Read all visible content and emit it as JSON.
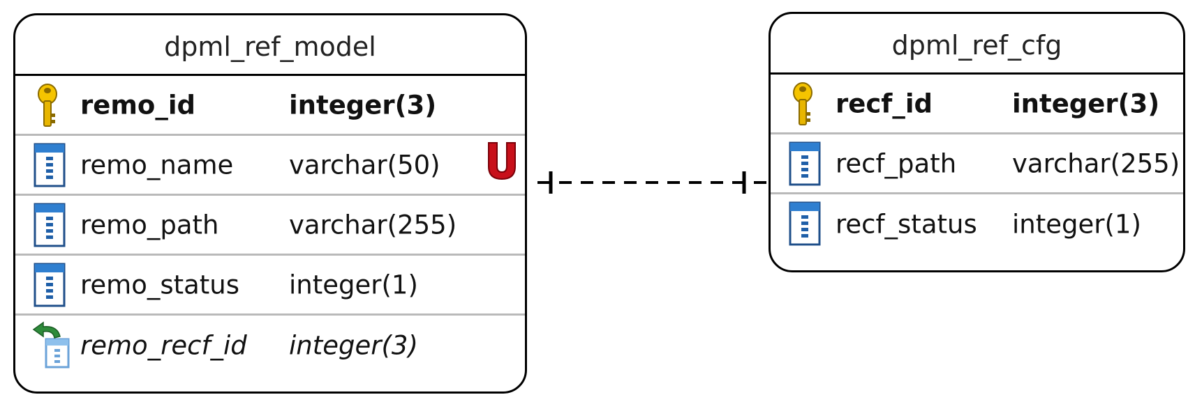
{
  "diagram": {
    "entities": [
      {
        "title": "dpml_ref_model",
        "fields": [
          {
            "name": "remo_id",
            "type": "integer(3)",
            "kind": "primary-key",
            "icon": "key-icon"
          },
          {
            "name": "remo_name",
            "type": "varchar(50)",
            "kind": "column",
            "icon": "column-icon",
            "unique": true,
            "unique_icon": "unique-constraint-icon"
          },
          {
            "name": "remo_path",
            "type": "varchar(255)",
            "kind": "column",
            "icon": "column-icon"
          },
          {
            "name": "remo_status",
            "type": "integer(1)",
            "kind": "column",
            "icon": "column-icon"
          },
          {
            "name": "remo_recf_id",
            "type": "integer(3)",
            "kind": "foreign-key",
            "icon": "foreign-key-column-icon"
          }
        ]
      },
      {
        "title": "dpml_ref_cfg",
        "fields": [
          {
            "name": "recf_id",
            "type": "integer(3)",
            "kind": "primary-key",
            "icon": "key-icon"
          },
          {
            "name": "recf_path",
            "type": "varchar(255)",
            "kind": "column",
            "icon": "column-icon"
          },
          {
            "name": "recf_status",
            "type": "integer(1)",
            "kind": "column",
            "icon": "column-icon"
          }
        ]
      }
    ],
    "relationship": {
      "from": "dpml_ref_model",
      "to": "dpml_ref_cfg",
      "line_style": "dashed",
      "from_cardinality": "one",
      "to_cardinality": "one"
    },
    "colors": {
      "border": "#000000",
      "row_divider": "#b9b9b9",
      "key_gold": "#e8b600",
      "column_blue": "#1f5fa8",
      "unique_red": "#c8101a",
      "fk_arrow_green": "#2e8b3a"
    }
  }
}
